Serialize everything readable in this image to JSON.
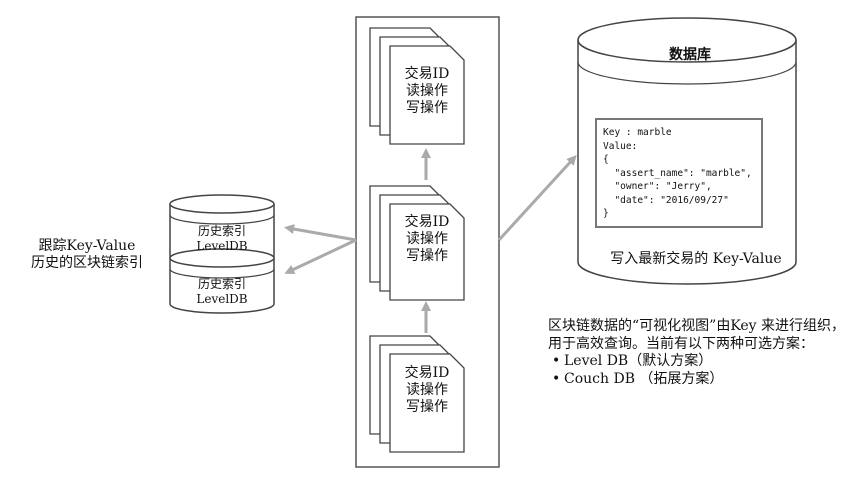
{
  "left_label": [
    "跟踪Key-Value",
    "历史的区块链索引"
  ],
  "index_dbs": [
    {
      "name": "历史索引",
      "engine": "LevelDB"
    },
    {
      "name": "历史索引",
      "engine": "LevelDB"
    }
  ],
  "blocks": [
    {
      "lines": [
        "交易ID",
        "读操作",
        "写操作"
      ]
    },
    {
      "lines": [
        "交易ID",
        "读操作",
        "写操作"
      ]
    },
    {
      "lines": [
        "交易ID",
        "读操作",
        "写操作"
      ]
    }
  ],
  "database": {
    "title": "数据库",
    "kv_lines": [
      "Key : marble",
      "Value:",
      "{",
      "  \"assert_name\": \"marble\",",
      "  \"owner\": \"Jerry\",",
      "  \"date\": \"2016/09/27\"",
      "}"
    ],
    "caption": "写入最新交易的 Key-Value"
  },
  "note": {
    "lines": [
      "区块链数据的“可视化视图”由Key 来进行组织，",
      "用于高效查询。当前有以下两种可选方案："
    ],
    "options": [
      "Level DB（默认方案）",
      "Couch DB （拓展方案）"
    ]
  },
  "colors": {
    "stroke": "#555555",
    "arrow": "#aaaaaa",
    "fill": "#ffffff"
  }
}
